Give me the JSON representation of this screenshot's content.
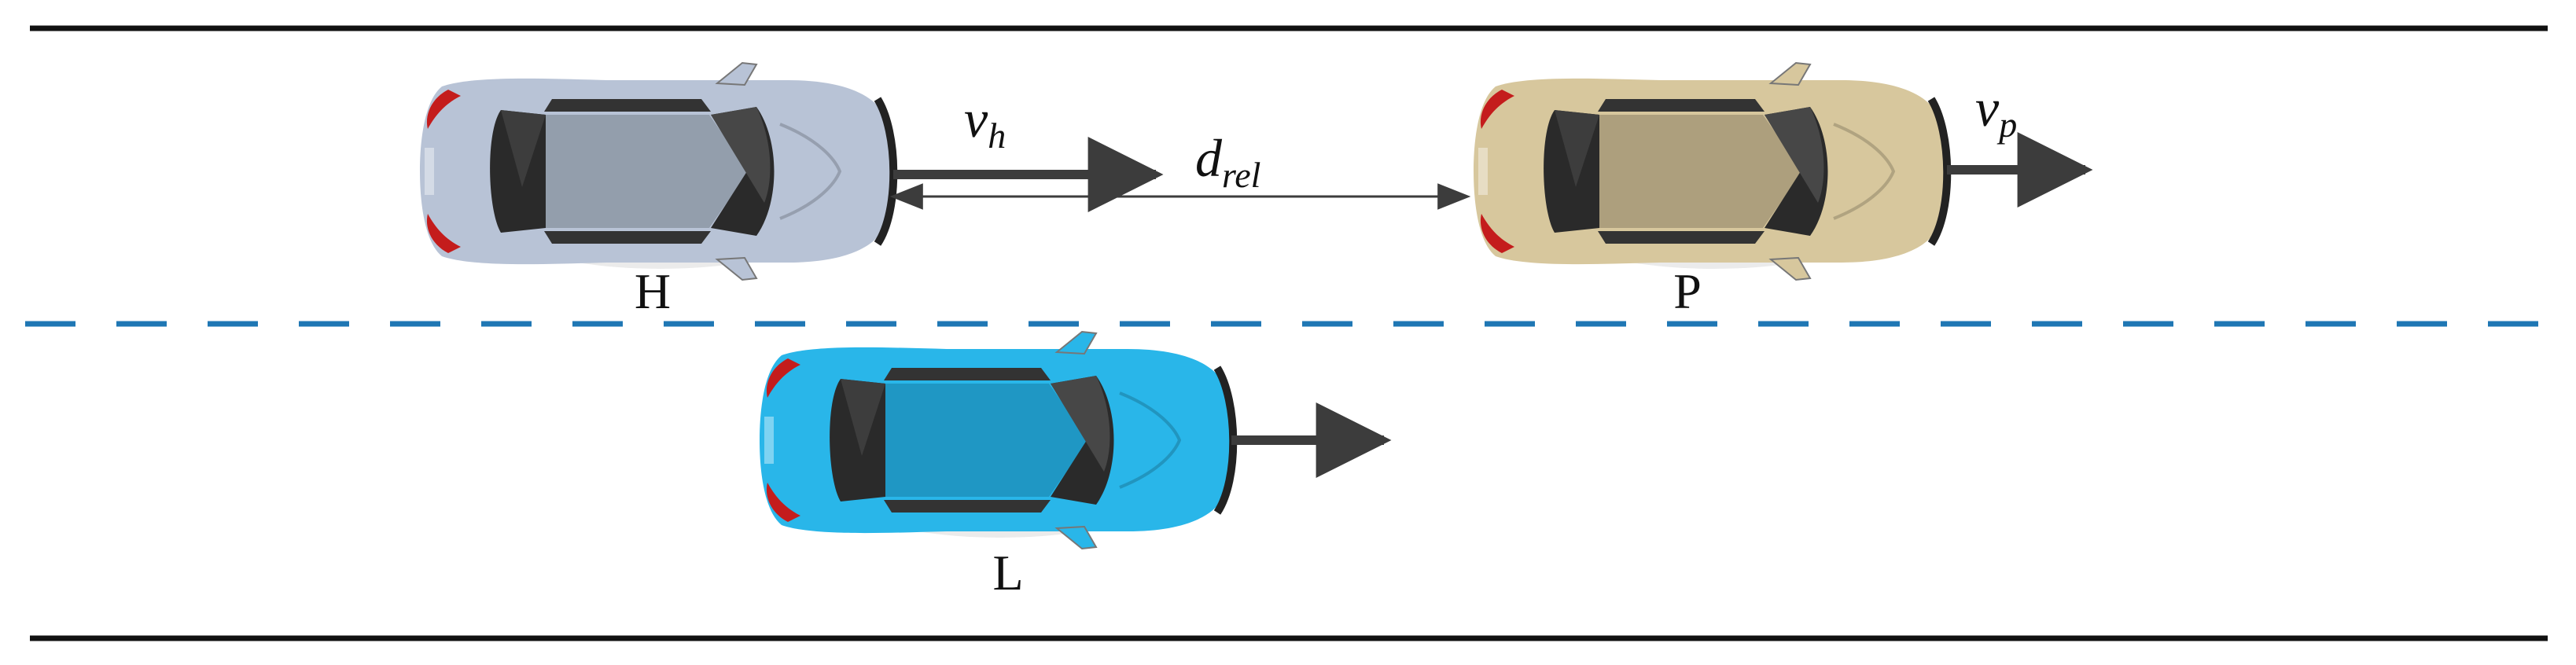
{
  "diagram": {
    "cars": {
      "host": {
        "label": "H",
        "body_color": "#b8c3d6",
        "roof_color": "#939eac"
      },
      "preceding": {
        "label": "P",
        "body_color": "#d7c79d",
        "roof_color": "#ad9f7d"
      },
      "lane_change": {
        "label": "L",
        "body_color": "#29b6e9",
        "roof_color": "#1f97c4"
      }
    },
    "labels": {
      "v_h": {
        "main": "v",
        "sub": "h"
      },
      "v_p": {
        "main": "v",
        "sub": "p"
      },
      "d_rel": {
        "main": "d",
        "sub": "rel"
      }
    },
    "colors": {
      "road_edge": "#111111",
      "lane_divider": "#1f77b4",
      "arrow": "#3c3c3c"
    }
  }
}
